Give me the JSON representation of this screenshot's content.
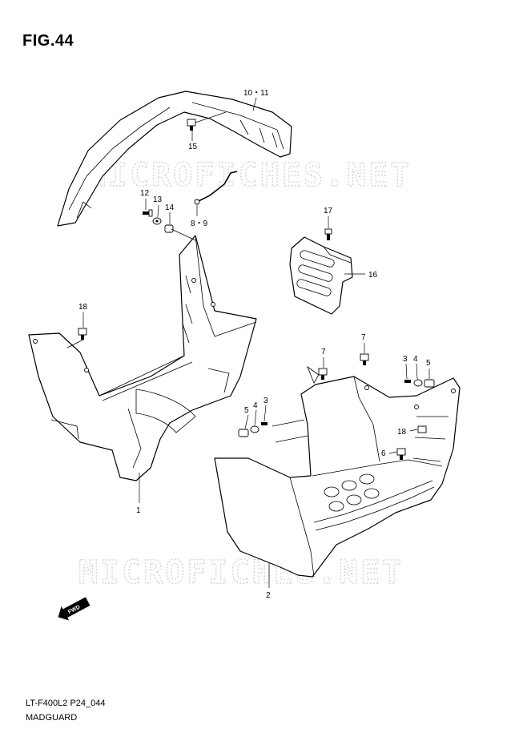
{
  "figure": {
    "title": "FIG.44"
  },
  "footer": {
    "model_code": "LT-F400L2 P24_044",
    "section_name": "MADGUARD"
  },
  "watermark": {
    "text": "MICROFICHES.NET"
  },
  "fwd_badge": {
    "text": "FWD"
  },
  "callouts": {
    "c_10_11": "10・11",
    "c_15": "15",
    "c_12": "12",
    "c_13": "13",
    "c_14": "14",
    "c_8_9": "8・9",
    "c_17": "17",
    "c_16": "16",
    "c_18_left": "18",
    "c_1": "1",
    "c_7_top": "7",
    "c_7_mid": "7",
    "c_3_right": "3",
    "c_4_right": "4",
    "c_5_right": "5",
    "c_5_left": "5",
    "c_4_left": "4",
    "c_3_left": "3",
    "c_18_right": "18",
    "c_6": "6",
    "c_2": "2"
  },
  "colors": {
    "line": "#000000",
    "watermark": "#d4d4d4",
    "background": "#ffffff"
  }
}
